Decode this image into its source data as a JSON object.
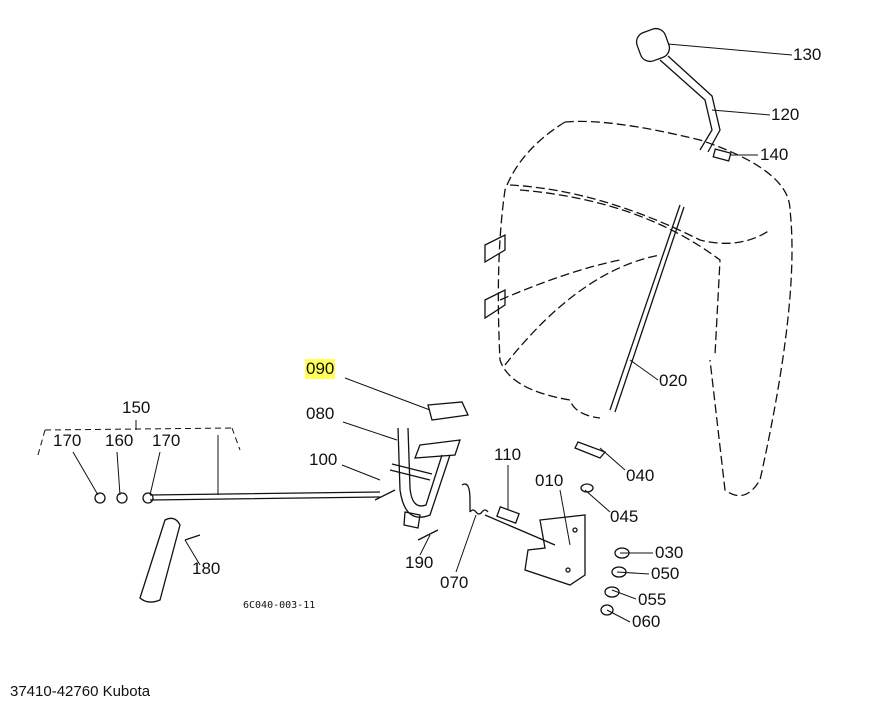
{
  "diagram": {
    "highlight_color": "#ffff55",
    "callouts": [
      {
        "id": "c130",
        "text": "130"
      },
      {
        "id": "c120",
        "text": "120"
      },
      {
        "id": "c140",
        "text": "140"
      },
      {
        "id": "c020",
        "text": "020"
      },
      {
        "id": "c040",
        "text": "040"
      },
      {
        "id": "c045",
        "text": "045"
      },
      {
        "id": "c030",
        "text": "030"
      },
      {
        "id": "c050",
        "text": "050"
      },
      {
        "id": "c055",
        "text": "055"
      },
      {
        "id": "c060",
        "text": "060"
      },
      {
        "id": "c010",
        "text": "010"
      },
      {
        "id": "c110",
        "text": "110"
      },
      {
        "id": "c090",
        "text": "090",
        "highlighted": true
      },
      {
        "id": "c080",
        "text": "080"
      },
      {
        "id": "c100",
        "text": "100"
      },
      {
        "id": "c150",
        "text": "150"
      },
      {
        "id": "c170a",
        "text": "170"
      },
      {
        "id": "c160",
        "text": "160"
      },
      {
        "id": "c170b",
        "text": "170"
      },
      {
        "id": "c190",
        "text": "190"
      },
      {
        "id": "c070",
        "text": "070"
      },
      {
        "id": "c180",
        "text": "180"
      }
    ],
    "drawing_code": "6C040-003-11"
  },
  "footer": {
    "caption": "37410-42760 Kubota"
  }
}
